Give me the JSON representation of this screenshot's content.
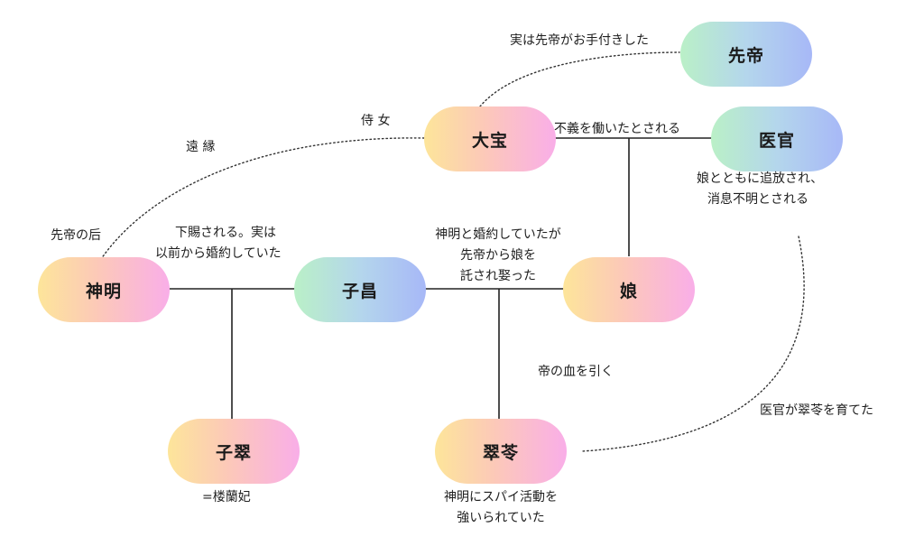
{
  "nodes": {
    "sentei": "先帝",
    "taiho": "大宝",
    "ikan": "医官",
    "shinmei": "神明",
    "shisho": "子昌",
    "musume": "娘",
    "shisui_child": "子翠",
    "suirei": "翠苓"
  },
  "labels": {
    "otetsuki": "実は先帝がお手付きした",
    "jijo": "侍 女",
    "enen": "遠 縁",
    "sentei_no_kisaki": "先帝の后",
    "fugi": "不義を働いたとされる",
    "tsuiho": [
      "娘とともに追放され、",
      "消息不明とされる"
    ],
    "kashi": [
      "下賜される。実は",
      "以前から婚約していた"
    ],
    "takusare": [
      "神明と婚約していたが",
      "先帝から娘を",
      "託され娶った"
    ],
    "chi": "帝の血を引く",
    "sodateta": "医官が翠苓を育てた",
    "rouranhi": "=楼蘭妃",
    "spy": [
      "神明にスパイ活動を",
      "強いられていた"
    ]
  }
}
